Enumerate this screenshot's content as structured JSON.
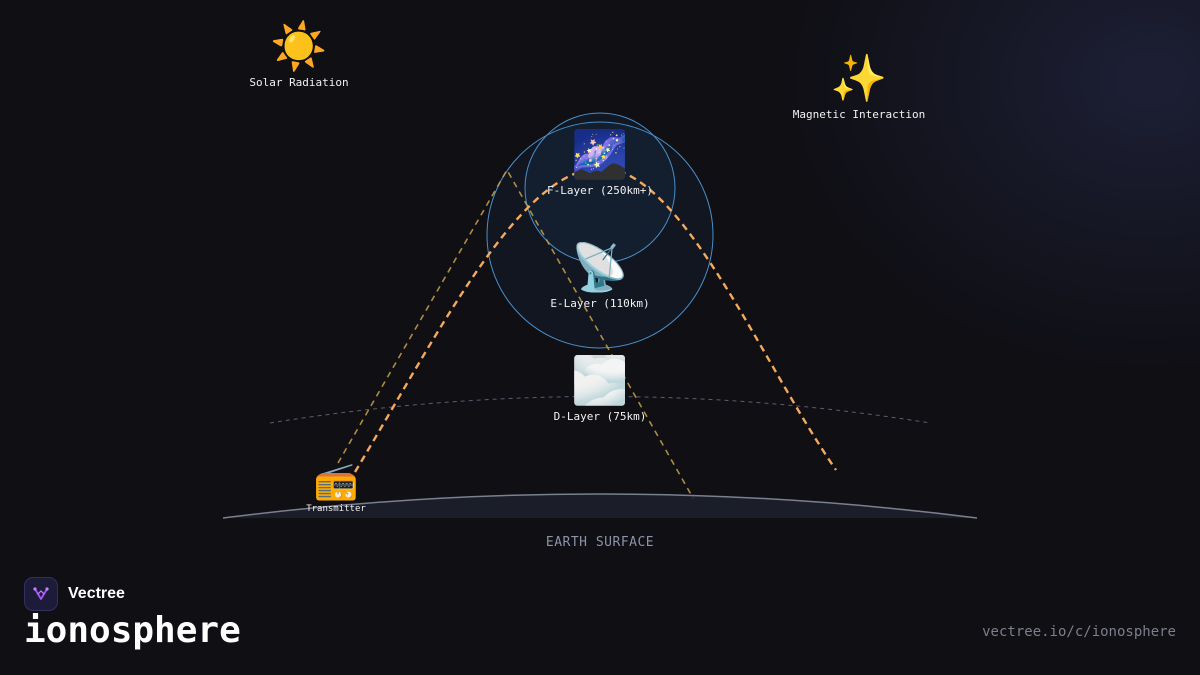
{
  "nodes": {
    "solar": {
      "emoji": "☀️",
      "label": "Solar Radiation"
    },
    "magnetic": {
      "emoji": "✨",
      "label": "Magnetic Interaction"
    },
    "f_layer": {
      "emoji": "🌌",
      "label": "F-Layer (250km+)"
    },
    "e_layer": {
      "emoji": "📡",
      "label": "E-Layer (110km)"
    },
    "d_layer": {
      "emoji": "🌫️",
      "label": "D-Layer (75km)"
    },
    "transmitter": {
      "emoji": "📻",
      "label": "Transmitter"
    }
  },
  "earth": {
    "label": "EARTH SURFACE"
  },
  "brand": {
    "name": "Vectree",
    "topic": "ionosphere",
    "url": "vectree.io/c/ionosphere"
  },
  "colors": {
    "background": "#0f0f14",
    "wave_primary": "#f5a95a",
    "wave_secondary": "#c9a24a",
    "layer_ring": "#4a8fc9",
    "earth_stroke": "#6b7280",
    "brand_accent": "#a855f7"
  }
}
